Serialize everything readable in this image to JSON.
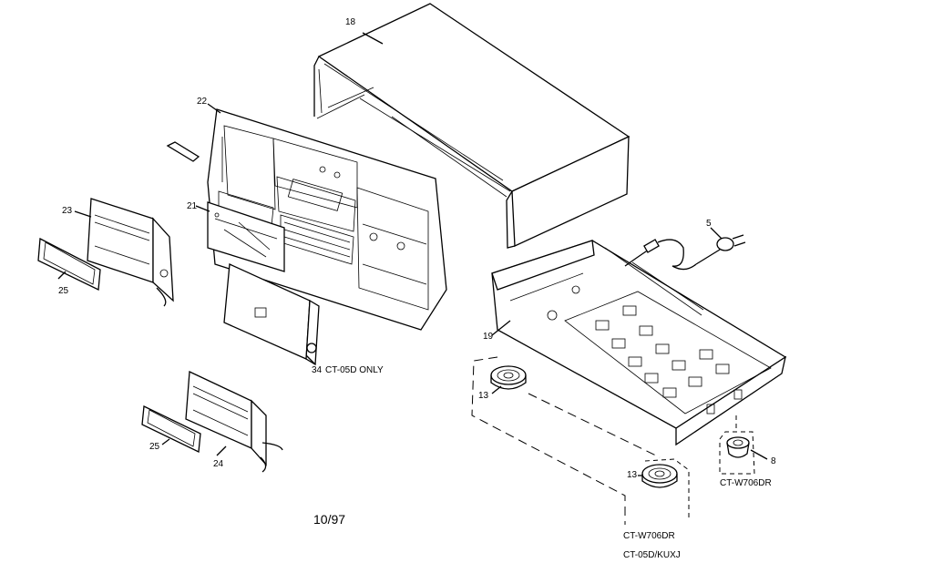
{
  "labels": {
    "cabinet": "18",
    "front_panel": "22",
    "window": "21",
    "door_left": "23",
    "escutcheon_left": "25",
    "door_center": "34",
    "door_center_note": "CT-05D ONLY",
    "door_lower": "24",
    "escutcheon_lower": "25",
    "power_cord": "5",
    "chassis": "19",
    "foot_upper": "13",
    "foot_lower": "13",
    "foot_right": "8",
    "model_right": "CT-W706DR",
    "model_lower_1": "CT-W706DR",
    "model_lower_2": "CT-05D/KUXJ"
  },
  "footer": {
    "date": "10/97"
  }
}
